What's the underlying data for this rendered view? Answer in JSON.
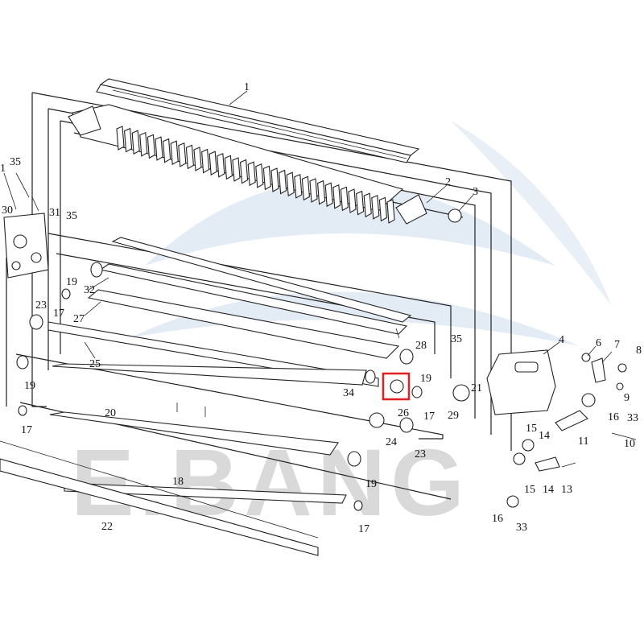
{
  "watermark": {
    "text": "E.BANG",
    "color": "#d9d9d9",
    "logo_color": "#dde8f2"
  },
  "highlight": {
    "part": "26",
    "color": "#e02020"
  },
  "callouts": [
    {
      "id": "c1",
      "text": "1"
    },
    {
      "id": "c2",
      "text": "2"
    },
    {
      "id": "c3",
      "text": "3"
    },
    {
      "id": "c4",
      "text": "4"
    },
    {
      "id": "c6",
      "text": "6"
    },
    {
      "id": "c7",
      "text": "7"
    },
    {
      "id": "c8",
      "text": "8"
    },
    {
      "id": "c9",
      "text": "9"
    },
    {
      "id": "c10",
      "text": "10"
    },
    {
      "id": "c11",
      "text": "11"
    },
    {
      "id": "c13",
      "text": "13"
    },
    {
      "id": "c14a",
      "text": "14"
    },
    {
      "id": "c14b",
      "text": "14"
    },
    {
      "id": "c15a",
      "text": "15"
    },
    {
      "id": "c15b",
      "text": "15"
    },
    {
      "id": "c16a",
      "text": "16"
    },
    {
      "id": "c16b",
      "text": "16"
    },
    {
      "id": "c17a",
      "text": "17"
    },
    {
      "id": "c17b",
      "text": "17"
    },
    {
      "id": "c17c",
      "text": "17"
    },
    {
      "id": "c17d",
      "text": "17"
    },
    {
      "id": "c18",
      "text": "18"
    },
    {
      "id": "c19a",
      "text": "19"
    },
    {
      "id": "c19b",
      "text": "19"
    },
    {
      "id": "c19c",
      "text": "19"
    },
    {
      "id": "c19d",
      "text": "19"
    },
    {
      "id": "c20",
      "text": "20"
    },
    {
      "id": "c21",
      "text": "21"
    },
    {
      "id": "c22",
      "text": "22"
    },
    {
      "id": "c23a",
      "text": "23"
    },
    {
      "id": "c23b",
      "text": "23"
    },
    {
      "id": "c24",
      "text": "24"
    },
    {
      "id": "c25",
      "text": "25"
    },
    {
      "id": "c26",
      "text": "26"
    },
    {
      "id": "c27",
      "text": "27"
    },
    {
      "id": "c28",
      "text": "28"
    },
    {
      "id": "c29",
      "text": "29"
    },
    {
      "id": "c30",
      "text": "30"
    },
    {
      "id": "c31",
      "text": "31"
    },
    {
      "id": "c32",
      "text": "32"
    },
    {
      "id": "c33a",
      "text": "33"
    },
    {
      "id": "c33b",
      "text": "33"
    },
    {
      "id": "c34",
      "text": "34"
    },
    {
      "id": "c35a",
      "text": "35"
    },
    {
      "id": "c35b",
      "text": "35"
    },
    {
      "id": "c35c",
      "text": "35"
    },
    {
      "id": "c1b",
      "text": "1"
    }
  ]
}
